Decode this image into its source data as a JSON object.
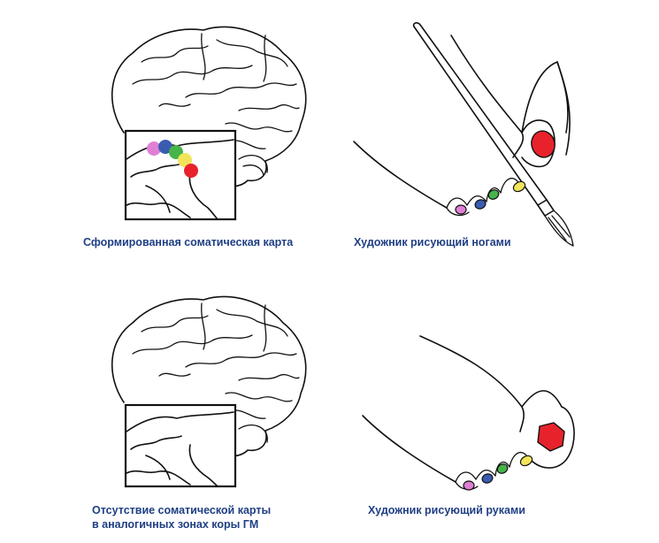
{
  "panels": [
    {
      "id": "brain-with-map",
      "caption_lines": [
        "Сформированная соматическая карта"
      ],
      "somatic_map_present": true
    },
    {
      "id": "foot-painting",
      "caption_lines": [
        "Художник рисующий ногами"
      ],
      "holds_brush": true
    },
    {
      "id": "brain-without-map",
      "caption_lines": [
        "Отсутствие соматической карты",
        "в аналогичных зонах коры ГМ"
      ],
      "somatic_map_present": false
    },
    {
      "id": "foot-idle",
      "caption_lines": [
        "Художник рисующий руками"
      ],
      "holds_brush": false
    }
  ],
  "toe_colors": {
    "toe1": "#e8222a",
    "toe2": "#f2e55a",
    "toe3": "#46b449",
    "toe4": "#3a5cb0",
    "toe5": "#e07fd6"
  },
  "caption_color": "#1f3f84"
}
